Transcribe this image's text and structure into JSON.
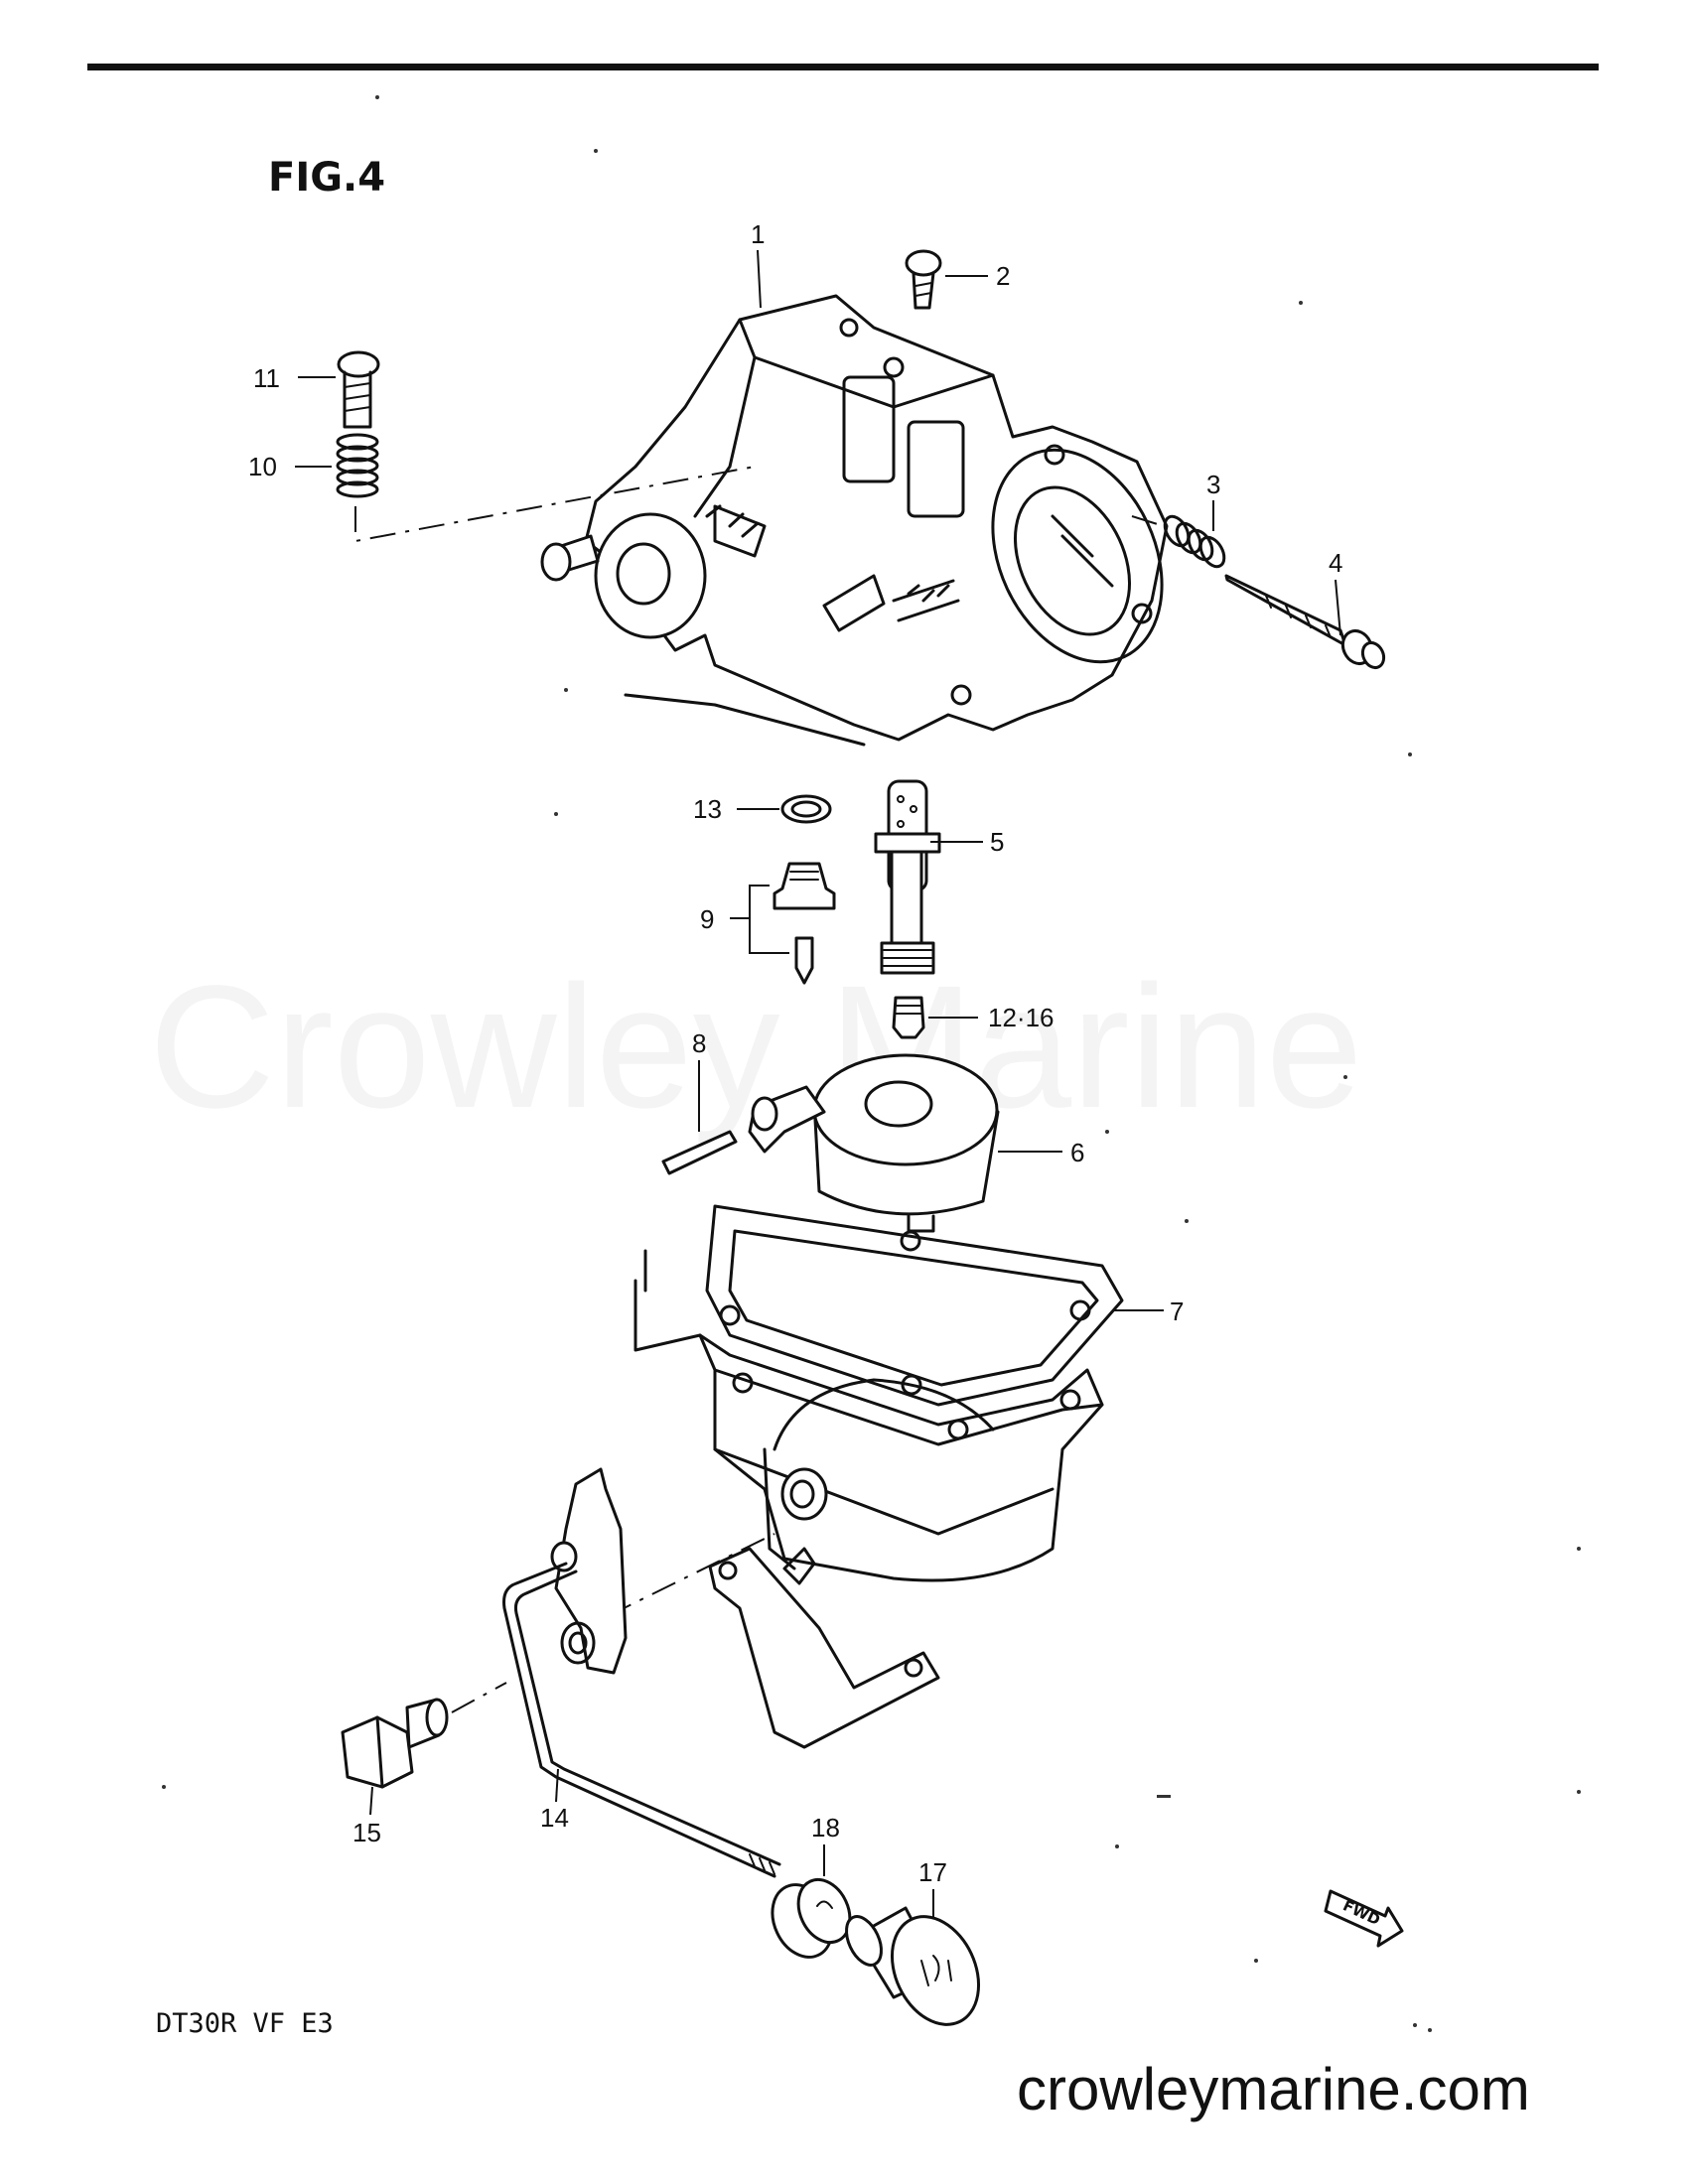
{
  "figure": {
    "title": "FIG.4",
    "model_code": "DT30R VF E3",
    "watermark": "Crowley Marine",
    "website": "crowleymarine.com",
    "direction_marker": "FWD"
  },
  "callouts": {
    "c1": "1",
    "c2": "2",
    "c3": "3",
    "c4": "4",
    "c5": "5",
    "c6": "6",
    "c7": "7",
    "c8": "8",
    "c9": "9",
    "c10": "10",
    "c11": "11",
    "c12_16": "12·16",
    "c13": "13",
    "c14": "14",
    "c15": "15",
    "c17": "17",
    "c18": "18"
  },
  "colors": {
    "ink": "#111111",
    "paper": "#ffffff"
  }
}
